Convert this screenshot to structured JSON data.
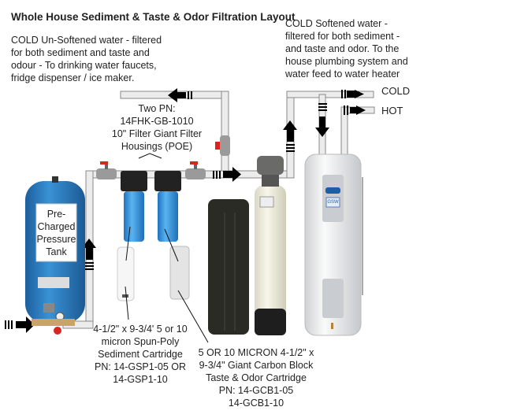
{
  "title": "Whole House Sediment & Taste & Odor Filtration Layout",
  "left_note": [
    "COLD Un-Softened water - filtered",
    "for both sediment and taste and",
    "odour - To drinking water faucets,",
    "fridge dispenser / ice maker."
  ],
  "right_note": [
    "COLD Softened water -",
    "filtered for both sediment -",
    "and taste and odor.  To the",
    "house plumbing system and",
    "water feed to water heater"
  ],
  "outputs": {
    "cold": "COLD",
    "hot": "HOT"
  },
  "housings_note": [
    "Two PN:",
    "14FHK-GB-1010",
    "10\" Filter Giant Filter",
    "Housings (POE)"
  ],
  "tank_label": [
    "Pre-",
    "Charged",
    "Pressure",
    "Tank"
  ],
  "sediment_note": [
    "4-1/2\" x 9-3/4' 5 or 10",
    "micron Spun-Poly",
    "Sediment  Cartridge",
    "PN: 14-GSP1-05 OR",
    "14-GSP1-10"
  ],
  "carbon_note": [
    "5 OR 10 MICRON 4-1/2\" x",
    "9-3/4\" Giant Carbon Block",
    "Taste & Odor Cartridge",
    "PN: 14-GCB1-05",
    "14-GCB1-10"
  ],
  "heater_badge": "GSW",
  "colors": {
    "pipe": "#e6e6e6",
    "tank_blue": "#2b7cc0",
    "housing_blue": "#3a9ae0",
    "brine": "#2b2b26",
    "valve_red": "#d8261e"
  }
}
